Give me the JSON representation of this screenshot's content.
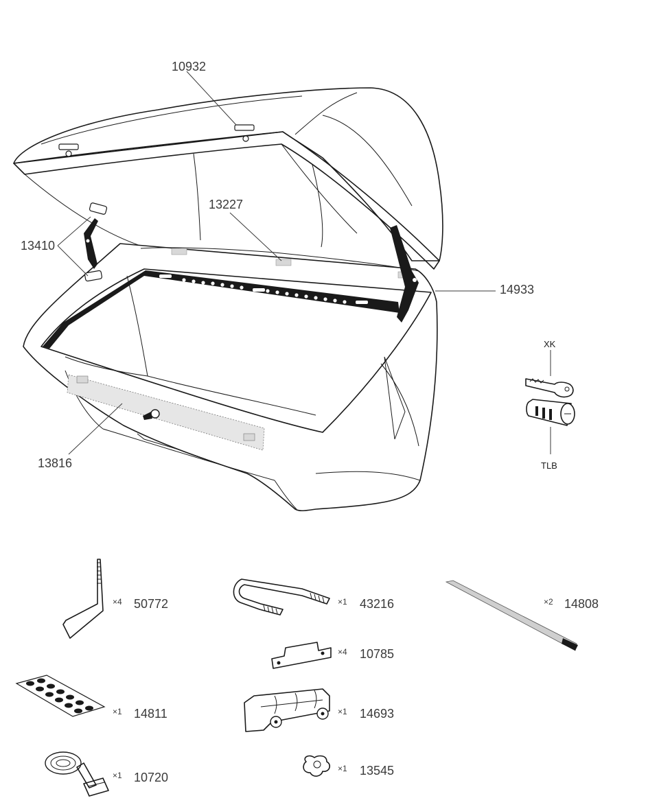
{
  "box_parts": [
    {
      "id": "10932"
    },
    {
      "id": "13227"
    },
    {
      "id": "13410"
    },
    {
      "id": "14933"
    },
    {
      "id": "13816"
    }
  ],
  "lock": {
    "key_code": "XK",
    "cylinder_code": "TLB"
  },
  "accessories": [
    {
      "id": "50772",
      "qty": "×4"
    },
    {
      "id": "43216",
      "qty": "×1"
    },
    {
      "id": "14808",
      "qty": "×2"
    },
    {
      "id": "10785",
      "qty": "×4"
    },
    {
      "id": "14811",
      "qty": "×1"
    },
    {
      "id": "14693",
      "qty": "×1"
    },
    {
      "id": "10720",
      "qty": "×1"
    },
    {
      "id": "13545",
      "qty": "×1"
    }
  ]
}
